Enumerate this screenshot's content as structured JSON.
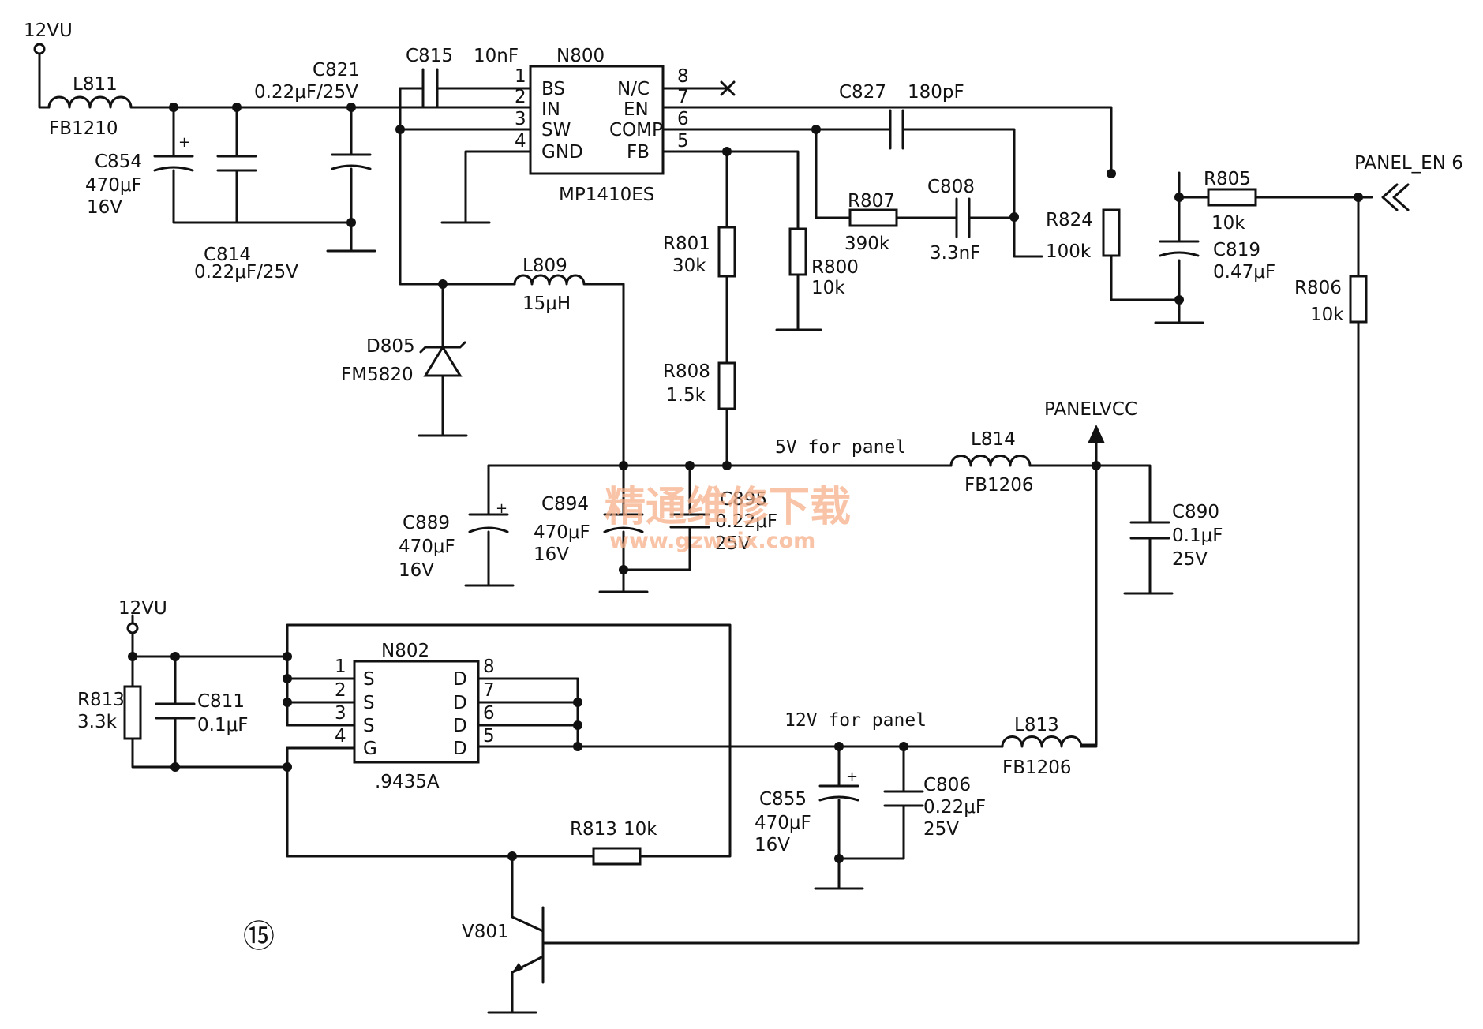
{
  "labels": {
    "rail_12vu_top": "12VU",
    "rail_12vu_bottom": "12VU",
    "panel_en": "PANEL_EN 6",
    "panelvcc": "PANELVCC",
    "net_5v": "5V for panel",
    "net_12v": "12V for panel",
    "figure_no": "⑮"
  },
  "ic_n800": {
    "ref": "N800",
    "part": "MP1410ES",
    "left_pins": [
      {
        "num": "1",
        "name": "BS"
      },
      {
        "num": "2",
        "name": "IN"
      },
      {
        "num": "3",
        "name": "SW"
      },
      {
        "num": "4",
        "name": "GND"
      }
    ],
    "right_pins": [
      {
        "num": "8",
        "name": "N/C"
      },
      {
        "num": "7",
        "name": "EN"
      },
      {
        "num": "6",
        "name": "COMP"
      },
      {
        "num": "5",
        "name": "FB"
      }
    ]
  },
  "ic_n802": {
    "ref": "N802",
    "part": ".9435A",
    "left_pins": [
      {
        "num": "1",
        "name": "S"
      },
      {
        "num": "2",
        "name": "S"
      },
      {
        "num": "3",
        "name": "S"
      },
      {
        "num": "4",
        "name": "G"
      }
    ],
    "right_pins": [
      {
        "num": "8",
        "name": "D"
      },
      {
        "num": "7",
        "name": "D"
      },
      {
        "num": "6",
        "name": "D"
      },
      {
        "num": "5",
        "name": "D"
      }
    ]
  },
  "components": {
    "l811": {
      "ref": "L811",
      "value": "FB1210"
    },
    "c854": {
      "ref": "C854",
      "value": "470μF",
      "voltage": "16V"
    },
    "c821": {
      "ref": "C821",
      "value": "0.22μF/25V"
    },
    "c814": {
      "ref": "C814",
      "value": "0.22μF/25V"
    },
    "c815": {
      "ref": "C815",
      "value": "10nF"
    },
    "c827": {
      "ref": "C827",
      "value": "180pF"
    },
    "r807": {
      "ref": "R807",
      "value": "390k"
    },
    "c808": {
      "ref": "C808",
      "value": "3.3nF"
    },
    "r824": {
      "ref": "R824",
      "value": "100k"
    },
    "r805": {
      "ref": "R805",
      "value": "10k"
    },
    "c819": {
      "ref": "C819",
      "value": "0.47μF"
    },
    "r806": {
      "ref": "R806",
      "value": "10k"
    },
    "l809": {
      "ref": "L809",
      "value": "15μH"
    },
    "d805": {
      "ref": "D805",
      "value": "FM5820"
    },
    "r801": {
      "ref": "R801",
      "value": "30k"
    },
    "r800": {
      "ref": "R800",
      "value": "10k"
    },
    "r808": {
      "ref": "R808",
      "value": "1.5k"
    },
    "l814": {
      "ref": "L814",
      "value": "FB1206"
    },
    "c890": {
      "ref": "C890",
      "value": "0.1μF",
      "voltage": "25V"
    },
    "c889": {
      "ref": "C889",
      "value": "470μF",
      "voltage": "16V"
    },
    "c894": {
      "ref": "C894",
      "value": "470μF",
      "voltage": "16V"
    },
    "c895": {
      "ref": "C895",
      "value": "0.22μF",
      "voltage": "25V"
    },
    "r813a": {
      "ref": "R813",
      "value": "3.3k"
    },
    "c811": {
      "ref": "C811",
      "value": "0.1μF"
    },
    "l813": {
      "ref": "L813",
      "value": "FB1206"
    },
    "c855": {
      "ref": "C855",
      "value": "470μF",
      "voltage": "16V"
    },
    "c806": {
      "ref": "C806",
      "value": "0.22μF",
      "voltage": "25V"
    },
    "r813b": {
      "ref": "R813",
      "value": "10k"
    },
    "v801": {
      "ref": "V801"
    }
  },
  "watermark": {
    "line1": "精通维修下载",
    "line2": "www.gzweix.com"
  }
}
